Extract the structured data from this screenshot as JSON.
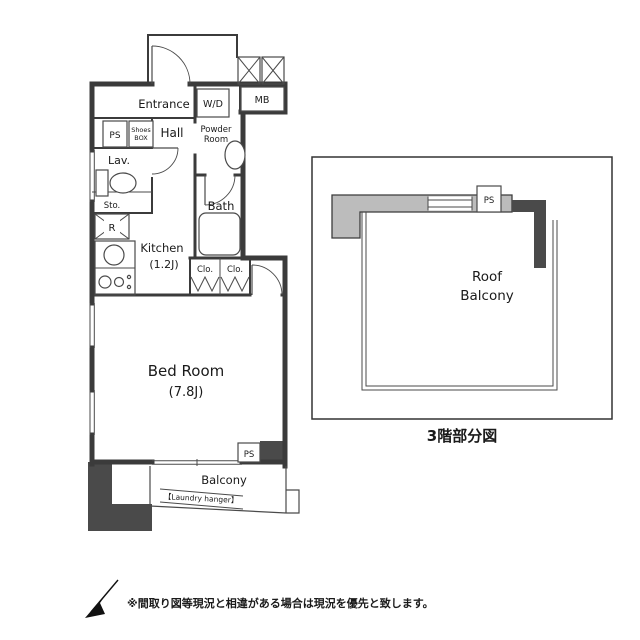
{
  "plan": {
    "entrance": "Entrance",
    "hall": "Hall",
    "wd": "W/D",
    "mb": "MB",
    "ps_top": "PS",
    "ps_bottom": "PS",
    "shoes_1": "Shoes",
    "shoes_2": "BOX",
    "powder_1": "Powder",
    "powder_2": "Room",
    "lav": "Lav.",
    "sto": "Sto.",
    "bath": "Bath",
    "fridge": "R",
    "kitchen": "Kitchen",
    "kitchen_size": "(1.2J)",
    "clo_1": "Clo.",
    "clo_2": "Clo.",
    "bedroom": "Bed Room",
    "bedroom_size": "(7.8J)",
    "balcony": "Balcony",
    "laundry": "【Laundry hanger】"
  },
  "inset": {
    "roof_1": "Roof",
    "roof_2": "Balcony",
    "ps": "PS",
    "caption": "3階部分図"
  },
  "footer": {
    "disclaimer": "※間取り図等現況と相違がある場合は現況を優先と致します。"
  },
  "colors": {
    "wall": "#3b3b3b",
    "line": "#4a4a4a",
    "gray": "#bcbcbc",
    "dark": "#4a4a4a",
    "bg": "#ffffff",
    "text": "#1a1a1a"
  }
}
